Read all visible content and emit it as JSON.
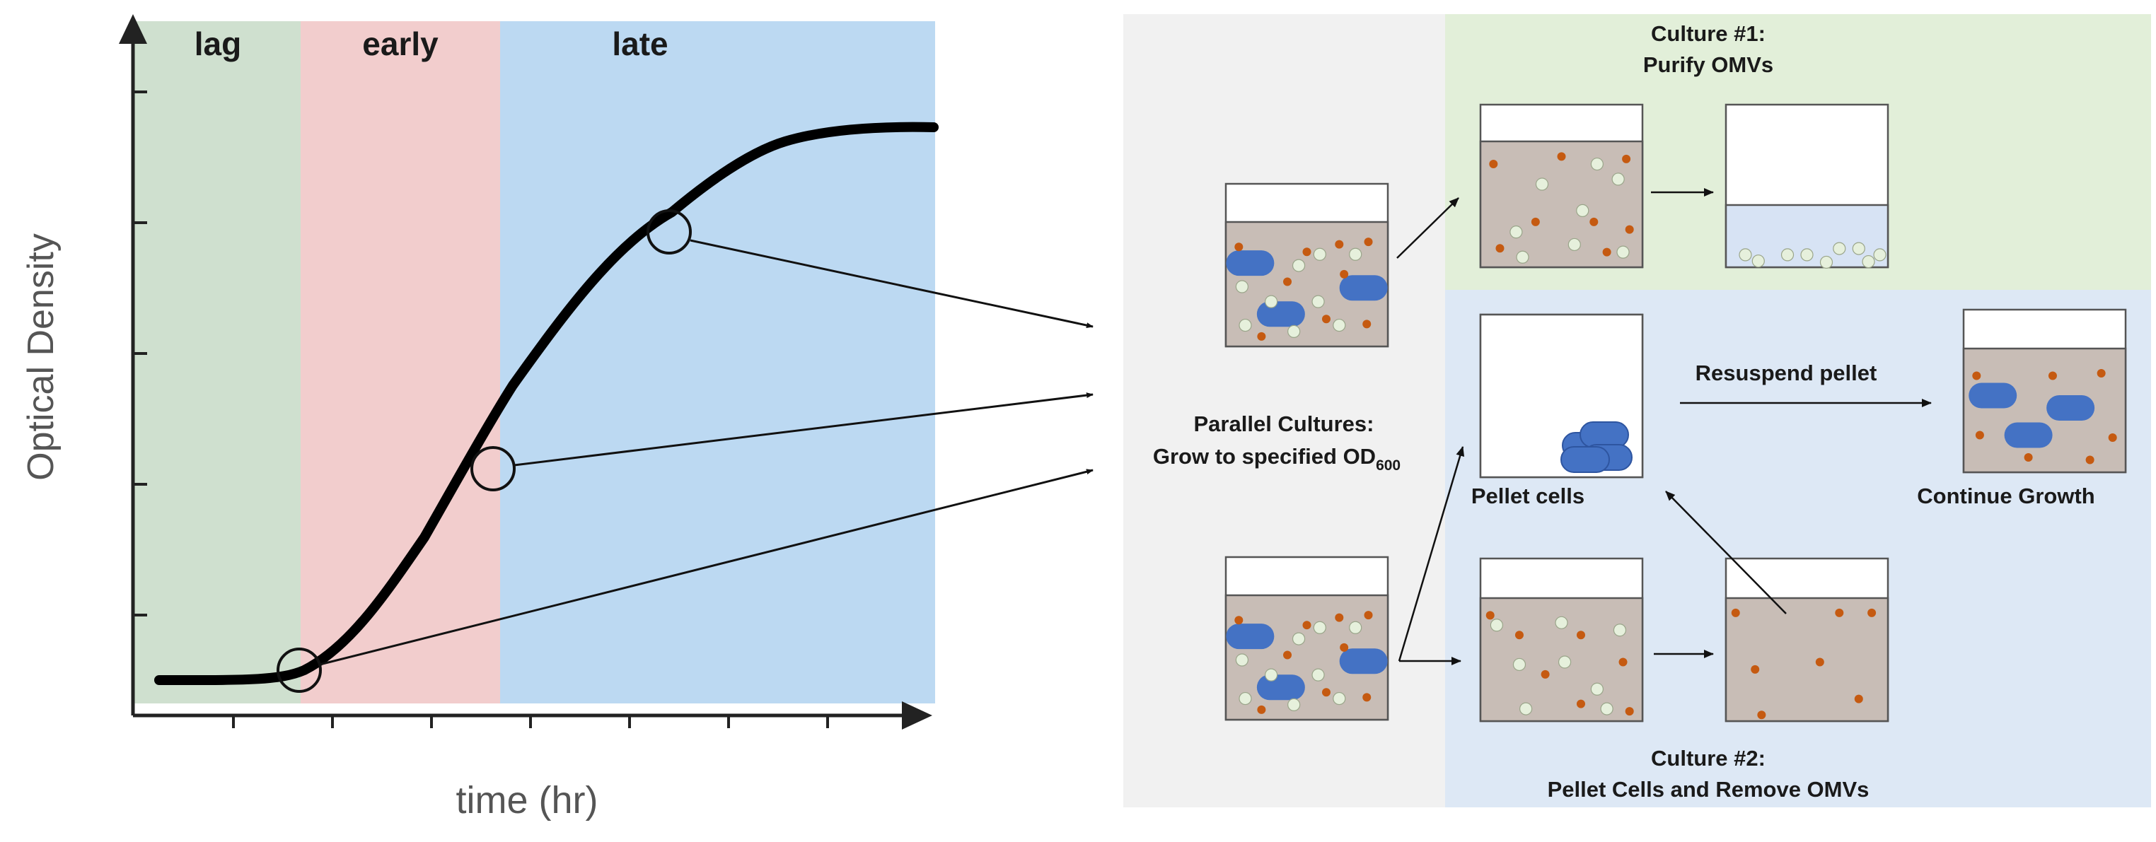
{
  "growth_chart": {
    "phases": [
      {
        "id": "lag",
        "label": "lag",
        "color": "#cfe0cf"
      },
      {
        "id": "early",
        "label": "early",
        "color": "#f2cdcd"
      },
      {
        "id": "late",
        "label": "late",
        "color": "#bcd9f2"
      }
    ],
    "y_axis_label": "Optical Density",
    "x_axis_label": "time (hr)"
  },
  "workflow": {
    "start_label_line1": "Parallel Cultures:",
    "start_label_line2": "Grow to specified OD",
    "start_label_sub": "600",
    "culture1_title": "Culture #1:",
    "culture1_subtitle": "Purify OMVs",
    "culture2_title": "Culture #2:",
    "culture2_subtitle": "Pellet Cells and Remove OMVs",
    "pellet_cells_label": "Pellet cells",
    "resuspend_label": "Resuspend pellet",
    "continue_growth_label": "Continue Growth"
  },
  "colors": {
    "panel_gray": "#f1f1f1",
    "culture1_bg": "#e2efd9",
    "culture2_bg": "#dde8f5",
    "medium": "#c8bdb6",
    "purified_liquid": "#d7e3f4",
    "cell_blue": "#4472c4",
    "vesicle": "#e6f0dc",
    "dot": "#c55a11"
  }
}
